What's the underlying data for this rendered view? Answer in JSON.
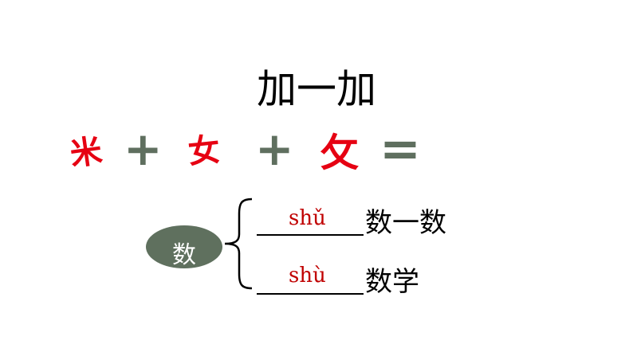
{
  "title": "加一加",
  "equation": {
    "part1": "米",
    "plus1": "+",
    "part2": "女",
    "plus2": "+",
    "part3": "攵",
    "equals": "="
  },
  "character": "数",
  "entries": [
    {
      "pinyin": "shǔ",
      "word": "数一数"
    },
    {
      "pinyin": "shù",
      "word": "数学"
    }
  ],
  "colors": {
    "component_red": "#e60012",
    "operator_gray": "#5f6f5f",
    "ellipse_fill": "#5f705e",
    "pinyin_red": "#c00000"
  }
}
